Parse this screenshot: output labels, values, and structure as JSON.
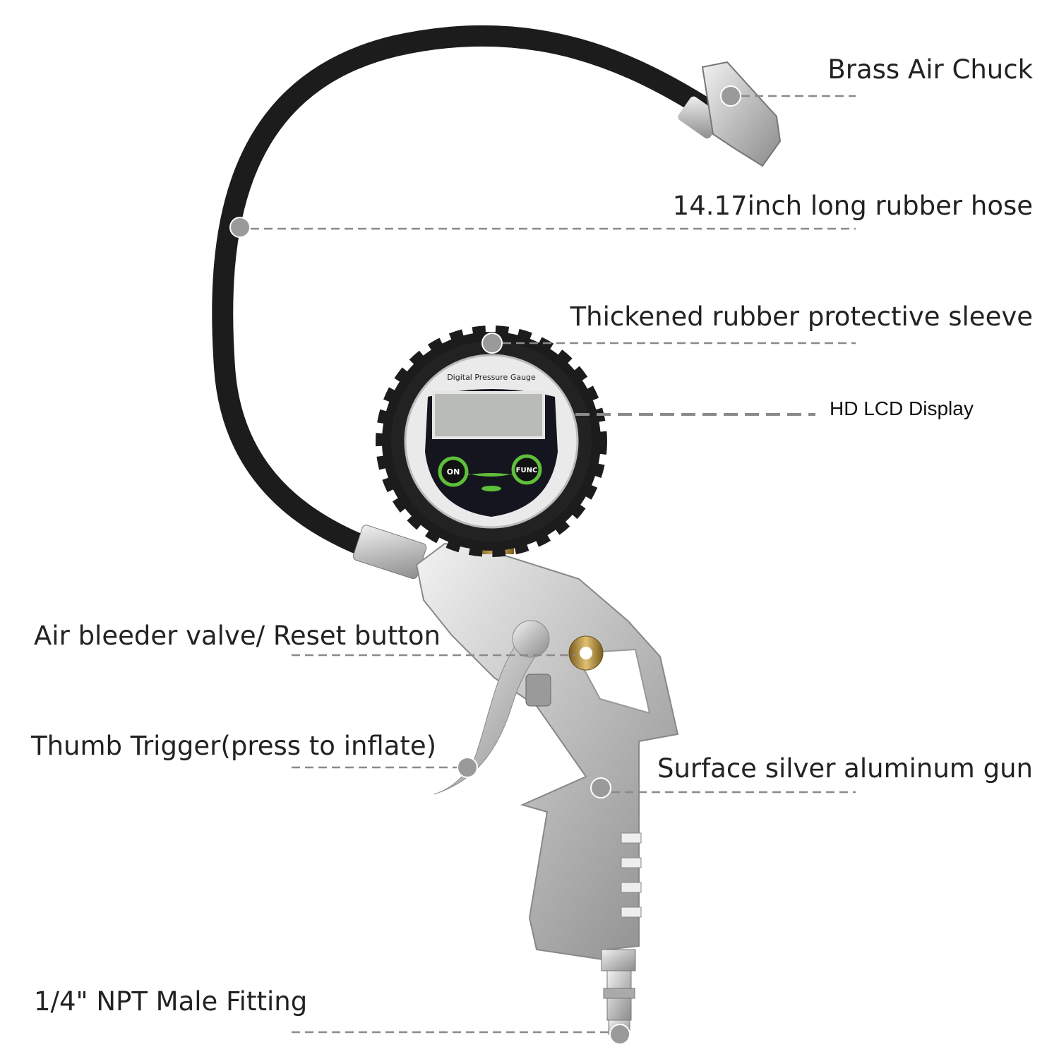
{
  "labels": {
    "chuck": "Brass Air Chuck",
    "hose": "14.17inch long rubber hose",
    "sleeve": "Thickened rubber protective sleeve",
    "lcd": "HD LCD Display",
    "bleeder": "Air bleeder valve/ Reset button",
    "trigger": "Thumb Trigger(press to inflate)",
    "gun": "Surface silver aluminum gun",
    "fitting": "1/4\" NPT Male Fitting"
  },
  "gauge": {
    "title": "Digital Pressure Gauge",
    "on_button": "ON",
    "func_button": "FUNC"
  },
  "colors": {
    "rubber": "#1c1c1c",
    "accent_green": "#5fbf3a",
    "silver": "#c9c9c9",
    "brass": "#b8943c",
    "leader": "#8a8a8a"
  }
}
